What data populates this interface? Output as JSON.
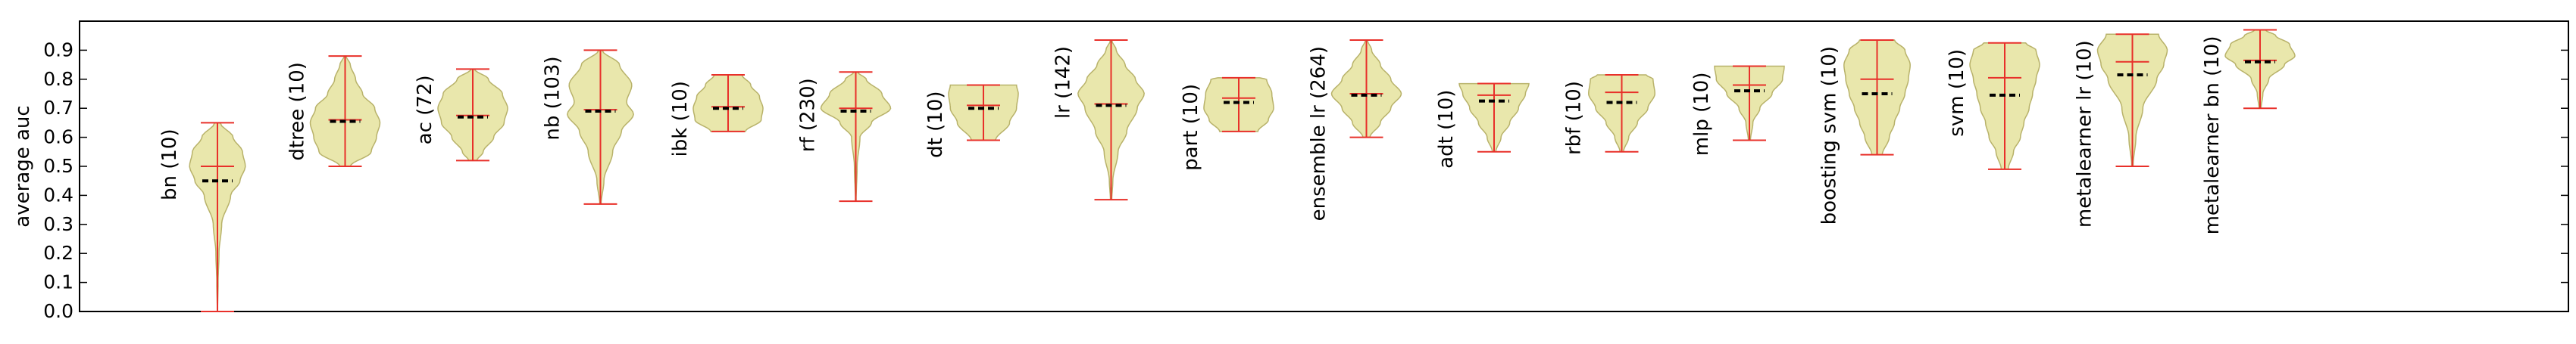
{
  "chart_data": {
    "type": "violin",
    "title": "",
    "xlabel": "",
    "ylabel": "average auc",
    "ylim": [
      0.0,
      1.0
    ],
    "yticks": [
      "0.0",
      "0.1",
      "0.2",
      "0.3",
      "0.4",
      "0.5",
      "0.6",
      "0.7",
      "0.8",
      "0.9"
    ],
    "grid": false,
    "legend": "none",
    "colors": {
      "body_fill": "#e8e6a8",
      "body_edge": "#b8b26a",
      "whisker": "#e8302a",
      "median": "#000000",
      "axis": "#000000"
    },
    "series": [
      {
        "label": "bn (10)",
        "min": 0.0,
        "max": 0.65,
        "mean": 0.5,
        "median": 0.45,
        "shape": [
          [
            0.0,
            0.005
          ],
          [
            0.1,
            0.02
          ],
          [
            0.2,
            0.045
          ],
          [
            0.3,
            0.12
          ],
          [
            0.4,
            0.38
          ],
          [
            0.45,
            0.65
          ],
          [
            0.5,
            0.8
          ],
          [
            0.55,
            0.72
          ],
          [
            0.6,
            0.45
          ],
          [
            0.65,
            0.08
          ]
        ]
      },
      {
        "label": "dtree (10)",
        "min": 0.5,
        "max": 0.88,
        "mean": 0.66,
        "median": 0.655,
        "shape": [
          [
            0.5,
            0.15
          ],
          [
            0.55,
            0.75
          ],
          [
            0.6,
            0.9
          ],
          [
            0.65,
            1.0
          ],
          [
            0.7,
            0.85
          ],
          [
            0.75,
            0.5
          ],
          [
            0.8,
            0.3
          ],
          [
            0.85,
            0.15
          ],
          [
            0.88,
            0.03
          ]
        ]
      },
      {
        "label": "ac (72)",
        "min": 0.52,
        "max": 0.835,
        "mean": 0.675,
        "median": 0.67,
        "shape": [
          [
            0.52,
            0.12
          ],
          [
            0.55,
            0.3
          ],
          [
            0.6,
            0.6
          ],
          [
            0.65,
            0.9
          ],
          [
            0.7,
            1.0
          ],
          [
            0.75,
            0.85
          ],
          [
            0.8,
            0.45
          ],
          [
            0.835,
            0.05
          ]
        ]
      },
      {
        "label": "nb (103)",
        "min": 0.37,
        "max": 0.9,
        "mean": 0.695,
        "median": 0.69,
        "shape": [
          [
            0.37,
            0.02
          ],
          [
            0.45,
            0.1
          ],
          [
            0.55,
            0.35
          ],
          [
            0.62,
            0.6
          ],
          [
            0.68,
            0.95
          ],
          [
            0.72,
            0.75
          ],
          [
            0.78,
            0.9
          ],
          [
            0.85,
            0.55
          ],
          [
            0.9,
            0.05
          ]
        ]
      },
      {
        "label": "ibk (10)",
        "min": 0.62,
        "max": 0.815,
        "mean": 0.705,
        "median": 0.7,
        "shape": [
          [
            0.62,
            0.5
          ],
          [
            0.66,
            0.95
          ],
          [
            0.7,
            1.0
          ],
          [
            0.74,
            0.9
          ],
          [
            0.78,
            0.65
          ],
          [
            0.815,
            0.4
          ]
        ]
      },
      {
        "label": "rf (230)",
        "min": 0.38,
        "max": 0.825,
        "mean": 0.7,
        "median": 0.69,
        "shape": [
          [
            0.38,
            0.01
          ],
          [
            0.5,
            0.04
          ],
          [
            0.6,
            0.12
          ],
          [
            0.65,
            0.45
          ],
          [
            0.7,
            1.0
          ],
          [
            0.75,
            0.75
          ],
          [
            0.8,
            0.3
          ],
          [
            0.825,
            0.05
          ]
        ]
      },
      {
        "label": "dt (10)",
        "min": 0.59,
        "max": 0.78,
        "mean": 0.71,
        "median": 0.7,
        "shape": [
          [
            0.59,
            0.35
          ],
          [
            0.65,
            0.75
          ],
          [
            0.7,
            0.95
          ],
          [
            0.75,
            1.0
          ],
          [
            0.78,
            0.95
          ]
        ]
      },
      {
        "label": "lr (142)",
        "min": 0.385,
        "max": 0.935,
        "mean": 0.715,
        "median": 0.71,
        "shape": [
          [
            0.385,
            0.02
          ],
          [
            0.45,
            0.05
          ],
          [
            0.55,
            0.2
          ],
          [
            0.62,
            0.45
          ],
          [
            0.7,
            0.75
          ],
          [
            0.75,
            0.95
          ],
          [
            0.8,
            0.7
          ],
          [
            0.85,
            0.4
          ],
          [
            0.9,
            0.15
          ],
          [
            0.935,
            0.02
          ]
        ]
      },
      {
        "label": "part (10)",
        "min": 0.62,
        "max": 0.805,
        "mean": 0.735,
        "median": 0.72,
        "shape": [
          [
            0.62,
            0.55
          ],
          [
            0.66,
            0.85
          ],
          [
            0.7,
            1.0
          ],
          [
            0.75,
            0.95
          ],
          [
            0.8,
            0.8
          ],
          [
            0.805,
            0.6
          ]
        ]
      },
      {
        "label": "ensemble lr (264)",
        "min": 0.6,
        "max": 0.935,
        "mean": 0.75,
        "median": 0.745,
        "shape": [
          [
            0.6,
            0.1
          ],
          [
            0.65,
            0.4
          ],
          [
            0.7,
            0.7
          ],
          [
            0.75,
            1.0
          ],
          [
            0.8,
            0.7
          ],
          [
            0.85,
            0.4
          ],
          [
            0.9,
            0.15
          ],
          [
            0.935,
            0.03
          ]
        ]
      },
      {
        "label": "adt (10)",
        "min": 0.55,
        "max": 0.785,
        "mean": 0.745,
        "median": 0.725,
        "shape": [
          [
            0.55,
            0.05
          ],
          [
            0.6,
            0.2
          ],
          [
            0.65,
            0.45
          ],
          [
            0.7,
            0.7
          ],
          [
            0.75,
            0.9
          ],
          [
            0.785,
            1.0
          ]
        ]
      },
      {
        "label": "rbf (10)",
        "min": 0.55,
        "max": 0.815,
        "mean": 0.755,
        "median": 0.72,
        "shape": [
          [
            0.55,
            0.05
          ],
          [
            0.6,
            0.2
          ],
          [
            0.65,
            0.45
          ],
          [
            0.7,
            0.75
          ],
          [
            0.75,
            0.95
          ],
          [
            0.8,
            0.9
          ],
          [
            0.815,
            0.7
          ]
        ]
      },
      {
        "label": "mlp (10)",
        "min": 0.59,
        "max": 0.845,
        "mean": 0.78,
        "median": 0.76,
        "shape": [
          [
            0.59,
            0.03
          ],
          [
            0.65,
            0.1
          ],
          [
            0.7,
            0.3
          ],
          [
            0.75,
            0.65
          ],
          [
            0.8,
            0.95
          ],
          [
            0.845,
            1.0
          ]
        ]
      },
      {
        "label": "boosting svm (10)",
        "min": 0.54,
        "max": 0.935,
        "mean": 0.8,
        "median": 0.75,
        "shape": [
          [
            0.54,
            0.15
          ],
          [
            0.6,
            0.35
          ],
          [
            0.65,
            0.5
          ],
          [
            0.7,
            0.65
          ],
          [
            0.75,
            0.8
          ],
          [
            0.8,
            0.9
          ],
          [
            0.85,
            0.95
          ],
          [
            0.9,
            0.8
          ],
          [
            0.935,
            0.5
          ]
        ]
      },
      {
        "label": "svm (10)",
        "min": 0.49,
        "max": 0.925,
        "mean": 0.805,
        "median": 0.745,
        "shape": [
          [
            0.49,
            0.1
          ],
          [
            0.55,
            0.25
          ],
          [
            0.6,
            0.45
          ],
          [
            0.65,
            0.55
          ],
          [
            0.7,
            0.7
          ],
          [
            0.75,
            0.8
          ],
          [
            0.8,
            0.9
          ],
          [
            0.85,
            1.0
          ],
          [
            0.9,
            0.9
          ],
          [
            0.925,
            0.6
          ]
        ]
      },
      {
        "label": "metalearner lr (10)",
        "min": 0.5,
        "max": 0.955,
        "mean": 0.86,
        "median": 0.815,
        "shape": [
          [
            0.5,
            0.02
          ],
          [
            0.6,
            0.1
          ],
          [
            0.7,
            0.3
          ],
          [
            0.8,
            0.7
          ],
          [
            0.85,
            0.9
          ],
          [
            0.9,
            1.0
          ],
          [
            0.955,
            0.75
          ]
        ]
      },
      {
        "label": "metalearner bn (10)",
        "min": 0.7,
        "max": 0.97,
        "mean": 0.865,
        "median": 0.86,
        "shape": [
          [
            0.7,
            0.03
          ],
          [
            0.75,
            0.08
          ],
          [
            0.8,
            0.25
          ],
          [
            0.85,
            0.7
          ],
          [
            0.88,
            1.0
          ],
          [
            0.92,
            0.85
          ],
          [
            0.95,
            0.45
          ],
          [
            0.97,
            0.15
          ]
        ]
      }
    ]
  }
}
